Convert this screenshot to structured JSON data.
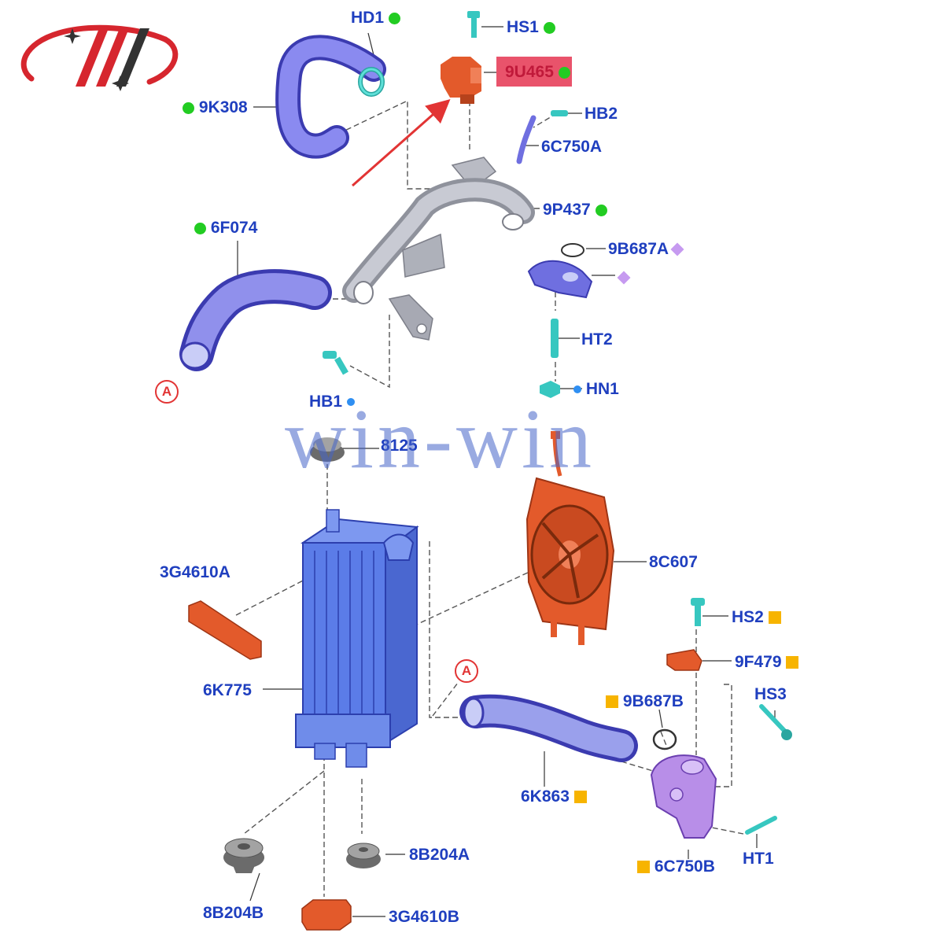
{
  "watermark_text": "win-win",
  "callout_letter": "A",
  "labels": {
    "HD1": "HD1",
    "HS1": "HS1",
    "9U465": "9U465",
    "9K308": "9K308",
    "HB2": "HB2",
    "6C750A": "6C750A",
    "9P437": "9P437",
    "6F074": "6F074",
    "9B687A": "9B687A",
    "HT2": "HT2",
    "HN1": "HN1",
    "HB1": "HB1",
    "8125": "8125",
    "8C607": "8C607",
    "3G4610A": "3G4610A",
    "HS2": "HS2",
    "9F479": "9F479",
    "6K775": "6K775",
    "9B687B": "9B687B",
    "HS3": "HS3",
    "6K863": "6K863",
    "8B204A": "8B204A",
    "8B204B": "8B204B",
    "3G4610B": "3G4610B",
    "6C750B": "6C750B",
    "HT1": "HT1"
  },
  "colors": {
    "label_blue": "#1f3fbf",
    "marker_green": "#22cc22",
    "marker_orange": "#f7b400",
    "marker_violet": "#c69af0",
    "highlight_red": "#e9536b",
    "arrow_red": "#e23434",
    "hose_blue": "#6f6fe0",
    "intercooler_blue": "#5b7ce8",
    "fan_orange": "#e35a2b",
    "metal_gray": "#a7a9b3",
    "clip_teal": "#37c7c0",
    "housing_purple": "#b88ee8"
  }
}
